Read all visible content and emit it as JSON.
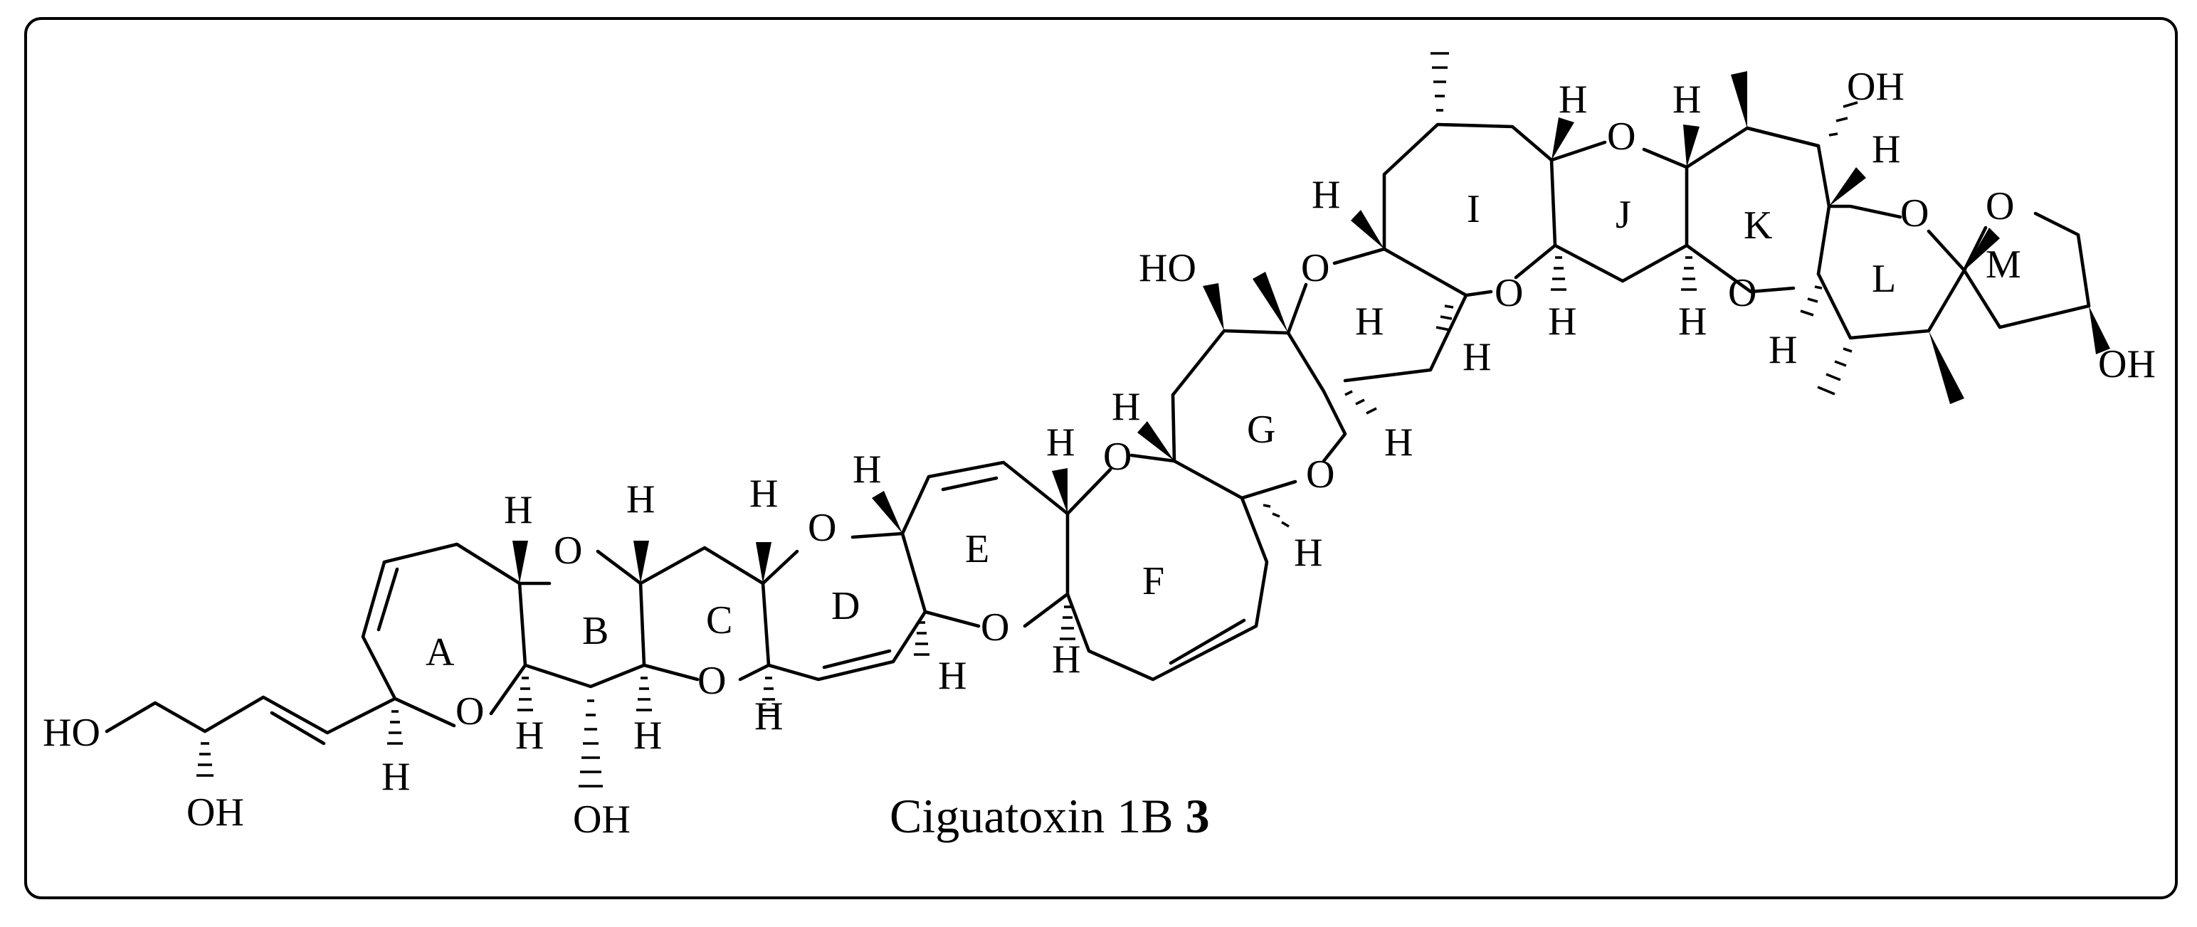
{
  "caption": {
    "name": "Ciguatoxin 1B",
    "number": "3"
  },
  "ring_labels": [
    "A",
    "B",
    "C",
    "D",
    "E",
    "F",
    "G",
    "H",
    "I",
    "J",
    "K",
    "L",
    "M"
  ],
  "atom_labels": {
    "ho_left": "HO",
    "oh_side": "OH",
    "oh_b": "OH",
    "oh_g": "HO",
    "oh_top": "OH",
    "oh_m": "OH",
    "h": "H",
    "o": "O"
  }
}
